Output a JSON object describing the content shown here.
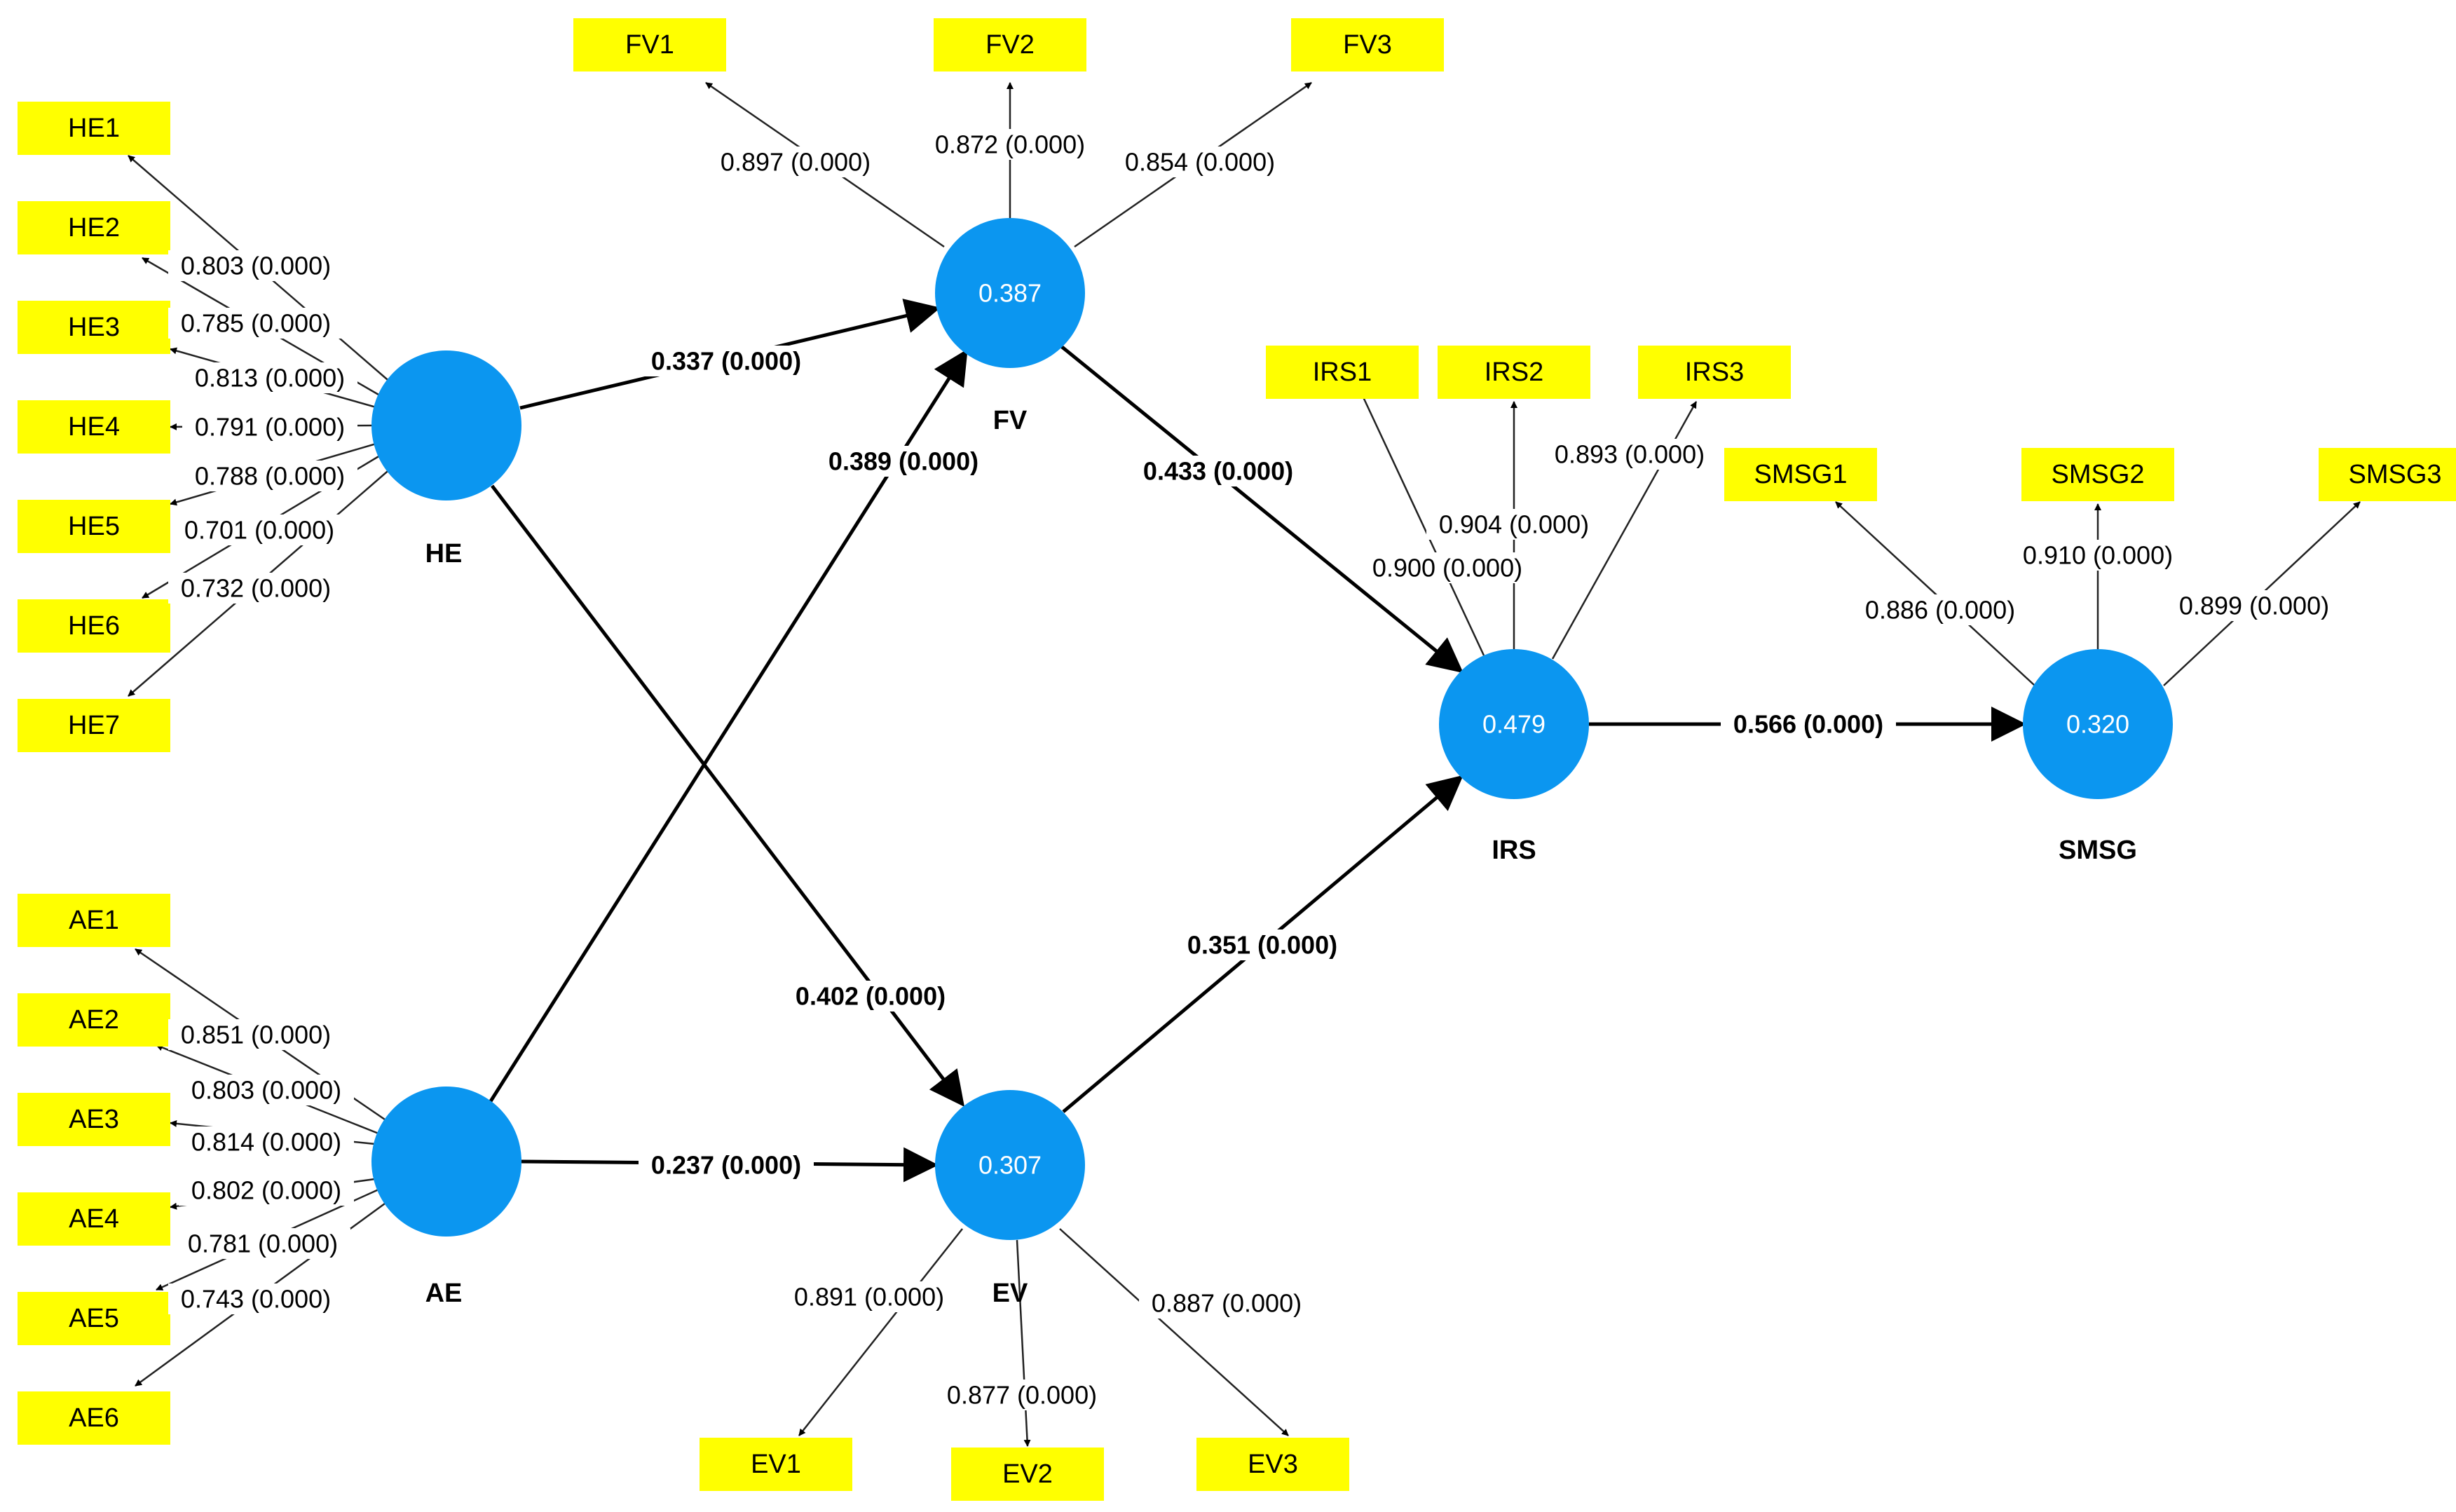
{
  "colors": {
    "latent_fill": "#0b96f0",
    "indicator_fill": "#ffff00",
    "line": "#000000"
  },
  "latents": [
    {
      "id": "HE",
      "name": "HE",
      "r2": ""
    },
    {
      "id": "AE",
      "name": "AE",
      "r2": ""
    },
    {
      "id": "FV",
      "name": "FV",
      "r2": "0.387"
    },
    {
      "id": "EV",
      "name": "EV",
      "r2": "0.307"
    },
    {
      "id": "IRS",
      "name": "IRS",
      "r2": "0.479"
    },
    {
      "id": "SMSG",
      "name": "SMSG",
      "r2": "0.320"
    }
  ],
  "indicators": [
    {
      "id": "HE1",
      "latent": "HE",
      "loading": "0.803 (0.000)"
    },
    {
      "id": "HE2",
      "latent": "HE",
      "loading": "0.785 (0.000)"
    },
    {
      "id": "HE3",
      "latent": "HE",
      "loading": "0.813 (0.000)"
    },
    {
      "id": "HE4",
      "latent": "HE",
      "loading": "0.791 (0.000)"
    },
    {
      "id": "HE5",
      "latent": "HE",
      "loading": "0.788 (0.000)"
    },
    {
      "id": "HE6",
      "latent": "HE",
      "loading": "0.701 (0.000)"
    },
    {
      "id": "HE7",
      "latent": "HE",
      "loading": "0.732 (0.000)"
    },
    {
      "id": "AE1",
      "latent": "AE",
      "loading": "0.851 (0.000)"
    },
    {
      "id": "AE2",
      "latent": "AE",
      "loading": "0.803 (0.000)"
    },
    {
      "id": "AE3",
      "latent": "AE",
      "loading": "0.814 (0.000)"
    },
    {
      "id": "AE4",
      "latent": "AE",
      "loading": "0.802 (0.000)"
    },
    {
      "id": "AE5",
      "latent": "AE",
      "loading": "0.781 (0.000)"
    },
    {
      "id": "AE6",
      "latent": "AE",
      "loading": "0.743 (0.000)"
    },
    {
      "id": "FV1",
      "latent": "FV",
      "loading": "0.897 (0.000)"
    },
    {
      "id": "FV2",
      "latent": "FV",
      "loading": "0.872 (0.000)"
    },
    {
      "id": "FV3",
      "latent": "FV",
      "loading": "0.854 (0.000)"
    },
    {
      "id": "EV1",
      "latent": "EV",
      "loading": "0.891 (0.000)"
    },
    {
      "id": "EV2",
      "latent": "EV",
      "loading": "0.877 (0.000)"
    },
    {
      "id": "EV3",
      "latent": "EV",
      "loading": "0.887 (0.000)"
    },
    {
      "id": "IRS1",
      "latent": "IRS",
      "loading": "0.900 (0.000)"
    },
    {
      "id": "IRS2",
      "latent": "IRS",
      "loading": "0.904 (0.000)"
    },
    {
      "id": "IRS3",
      "latent": "IRS",
      "loading": "0.893 (0.000)"
    },
    {
      "id": "SMSG1",
      "latent": "SMSG",
      "loading": "0.886 (0.000)"
    },
    {
      "id": "SMSG2",
      "latent": "SMSG",
      "loading": "0.910 (0.000)"
    },
    {
      "id": "SMSG3",
      "latent": "SMSG",
      "loading": "0.899 (0.000)"
    }
  ],
  "paths": [
    {
      "from": "HE",
      "to": "FV",
      "coef": "0.337 (0.000)"
    },
    {
      "from": "AE",
      "to": "FV",
      "coef": "0.389 (0.000)"
    },
    {
      "from": "HE",
      "to": "EV",
      "coef": "0.402 (0.000)"
    },
    {
      "from": "AE",
      "to": "EV",
      "coef": "0.237 (0.000)"
    },
    {
      "from": "FV",
      "to": "IRS",
      "coef": "0.433 (0.000)"
    },
    {
      "from": "EV",
      "to": "IRS",
      "coef": "0.351 (0.000)"
    },
    {
      "from": "IRS",
      "to": "SMSG",
      "coef": "0.566 (0.000)"
    }
  ]
}
